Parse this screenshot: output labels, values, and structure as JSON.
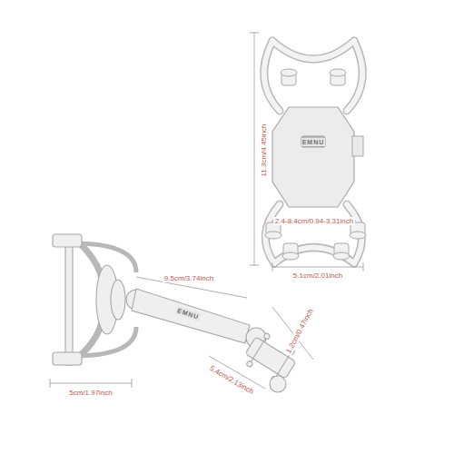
{
  "diagram": {
    "labels": [
      "11.3cm/4.45inch",
      "2.4-8.4cm/0.94-3.31inch",
      "5.1cm/2.01inch",
      "9.5cm/3.74inch",
      "1.2cm/0.47inch",
      "5.4cm/2.13inch",
      "5cm/1.97inch",
      "EMNU",
      "EMNU"
    ]
  }
}
